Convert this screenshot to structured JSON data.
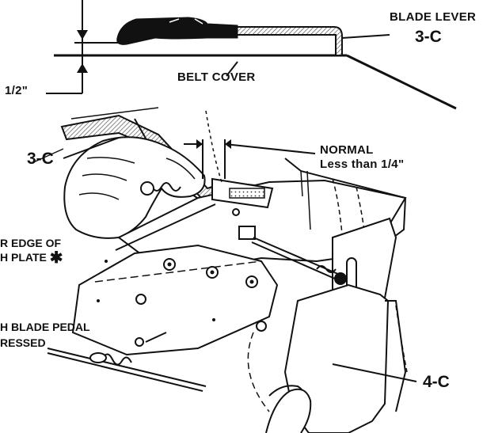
{
  "labels": {
    "blade_lever_name": "BLADE LEVER",
    "blade_lever_ref": "3-C",
    "belt_cover": "BELT COVER",
    "height_dimension": "1/2\"",
    "lever_ref_callout": "3-C",
    "normal_title": "NORMAL",
    "normal_note": "Less than 1/4\"",
    "plate_edge_line1": "R EDGE OF",
    "plate_edge_line2": "H PLATE",
    "asterisk_mark": "✱",
    "pedal_line1": "H BLADE PEDAL",
    "pedal_line2": "RESSED",
    "part_ref": "4-C"
  },
  "colors": {
    "ink": "#111111",
    "paper": "#ffffff",
    "hatch": "#9a9a9a"
  }
}
